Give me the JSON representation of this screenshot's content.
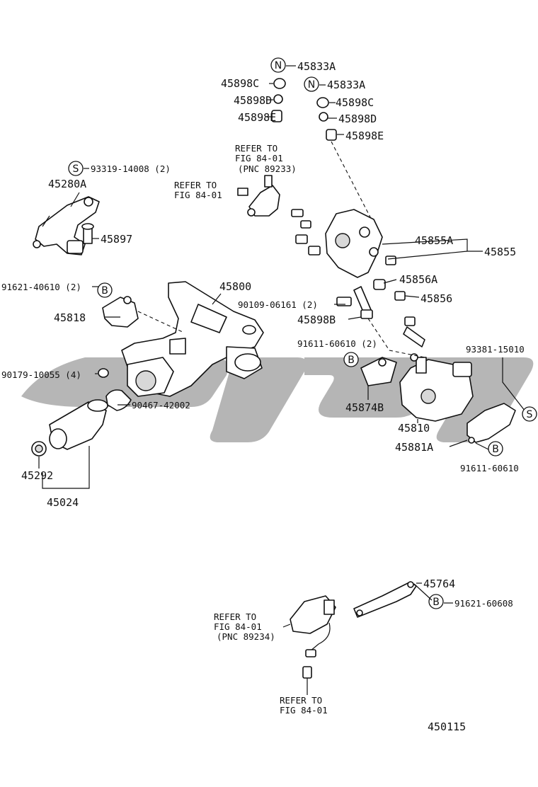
{
  "diagram_id": "450115",
  "labels": {
    "l45833A_1": "45833A",
    "l45833A_2": "45833A",
    "l45898C_1": "45898C",
    "l45898D_1": "45898D",
    "l45898E_1": "45898E",
    "l45898C_2": "45898C",
    "l45898D_2": "45898D",
    "l45898E_2": "45898E",
    "l93319": "93319-14008 (2)",
    "l45280A": "45280A",
    "l45897": "45897",
    "l45855A": "45855A",
    "l45855": "45855",
    "l45856A": "45856A",
    "l45856": "45856",
    "l91621_40610": "91621-40610 (2)",
    "l45800": "45800",
    "l90109": "90109-06161 (2)",
    "l45818": "45818",
    "l45898B": "45898B",
    "l91611_60610a": "91611-60610 (2)",
    "l93381": "93381-15010",
    "l90179": "90179-10055 (4)",
    "l90467": "90467-42002",
    "l45874B": "45874B",
    "l45810": "45810",
    "l45881A": "45881A",
    "l91611_60610b": "91611-60610",
    "l45292": "45292",
    "l45024": "45024",
    "l45764": "45764",
    "l91621_60608": "91621-60608"
  },
  "refs": {
    "r1": [
      "REFER TO",
      "FIG 84-01",
      "(PNC 89233)"
    ],
    "r2": [
      "REFER TO",
      "FIG 84-01"
    ],
    "r3": [
      "REFER TO",
      "FIG 84-01",
      "(PNC 89234)"
    ],
    "r4": [
      "REFER TO",
      "FIG 84-01"
    ]
  },
  "badges": {
    "n": "N",
    "s": "S",
    "b": "B"
  }
}
